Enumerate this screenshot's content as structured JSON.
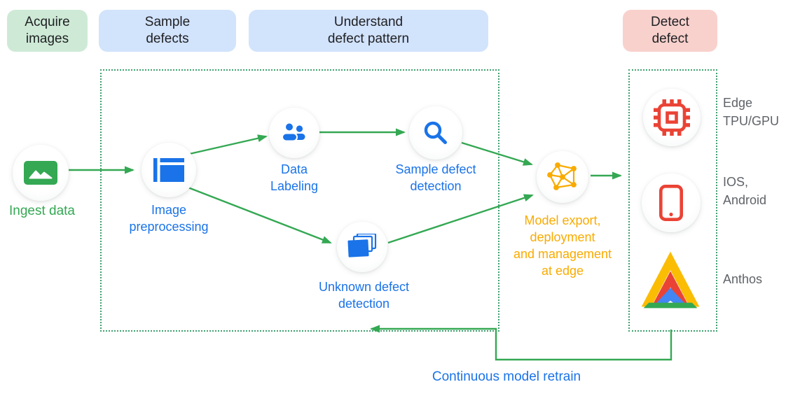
{
  "colors": {
    "green": "#34a853",
    "blue": "#1a73e8",
    "yellow": "#f9ab00",
    "red": "#ea4335",
    "gray_text": "#5f6368",
    "stage_green_bg": "#ceead6",
    "stage_blue_bg": "#d2e3fc",
    "stage_red_bg": "#f8d1cd",
    "dotted_border": "#3fa06f",
    "anthos_yellow": "#fbbc04",
    "anthos_red": "#ea4335",
    "anthos_blue": "#4285f4",
    "anthos_green": "#34a853"
  },
  "title_stages": [
    {
      "label_lines": [
        "Acquire",
        "images"
      ]
    },
    {
      "label_lines": [
        "Sample",
        "defects"
      ]
    },
    {
      "label_lines": [
        "Understand",
        "defect pattern"
      ]
    },
    {
      "label_lines": [
        "Detect",
        "defect"
      ]
    }
  ],
  "pipeline": {
    "ingest": {
      "label": "Ingest data",
      "icon": "image-icon"
    },
    "preprocess": {
      "label_lines": [
        "Image",
        "preprocessing"
      ],
      "icon": "window-icon"
    },
    "labeling": {
      "label_lines": [
        "Data",
        "Labeling"
      ],
      "icon": "people-icon"
    },
    "sample_detect": {
      "label_lines": [
        "Sample defect",
        "detection"
      ],
      "icon": "search-icon"
    },
    "unknown_detect": {
      "label_lines": [
        "Unknown defect",
        "detection"
      ],
      "icon": "documents-icon"
    },
    "model_export": {
      "label_lines": [
        "Model export,",
        "deployment",
        "and management",
        "at edge"
      ],
      "icon": "network-graph-icon"
    }
  },
  "deploy_targets": [
    {
      "label_lines": [
        "Edge",
        "TPU/GPU"
      ],
      "icon": "chip-icon"
    },
    {
      "label_lines": [
        "IOS,",
        "Android"
      ],
      "icon": "smartphone-icon"
    },
    {
      "label_lines": [
        "Anthos"
      ],
      "icon": "anthos-logo"
    }
  ],
  "feedback": {
    "label": "Continuous model retrain"
  }
}
